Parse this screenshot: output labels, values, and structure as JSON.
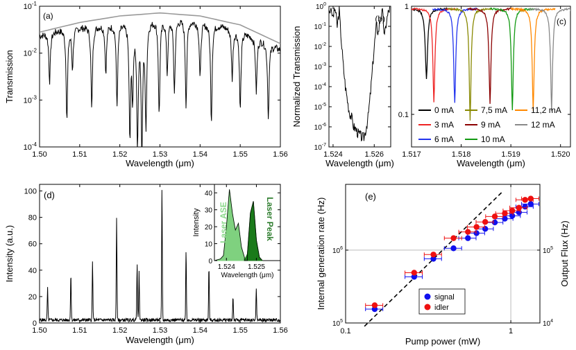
{
  "colors": {
    "axis": "#000000",
    "envelope": "#999999",
    "grid": "#bbbbbb",
    "signal": "#0000ee",
    "idler": "#ee0000",
    "ase": "#7fd17f",
    "peak": "#1a7a1a",
    "asetext": "#8ad88a",
    "peaktext": "#2e7d2e"
  },
  "chart_data": [
    {
      "id": "a",
      "panel": "(a)",
      "type": "line",
      "xlabel": "Wavelength (μm)",
      "ylabel": "Transmission",
      "xlim": [
        1.5,
        1.56
      ],
      "ylim": [
        0.0001,
        0.1
      ],
      "yscale": "log",
      "xticks": [
        "1.50",
        "1.51",
        "1.52",
        "1.53",
        "1.54",
        "1.55",
        "1.56"
      ],
      "yticks": [
        {
          "mant": "10",
          "exp": "-4"
        },
        {
          "mant": "10",
          "exp": "-3"
        },
        {
          "mant": "10",
          "exp": "-2"
        },
        {
          "mant": "10",
          "exp": "-1"
        }
      ],
      "baseline": [
        [
          1.5,
          0.024
        ],
        [
          1.505,
          0.032
        ],
        [
          1.51,
          0.036
        ],
        [
          1.515,
          0.04
        ],
        [
          1.52,
          0.044
        ],
        [
          1.525,
          0.05
        ],
        [
          1.53,
          0.055
        ],
        [
          1.535,
          0.055
        ],
        [
          1.54,
          0.048
        ],
        [
          1.545,
          0.04
        ],
        [
          1.55,
          0.03
        ],
        [
          1.555,
          0.02
        ],
        [
          1.56,
          0.012
        ]
      ],
      "envelope": [
        [
          1.5,
          0.028
        ],
        [
          1.51,
          0.045
        ],
        [
          1.52,
          0.062
        ],
        [
          1.53,
          0.072
        ],
        [
          1.54,
          0.062
        ],
        [
          1.55,
          0.04
        ],
        [
          1.56,
          0.016
        ]
      ],
      "dips": [
        [
          1.5025,
          0.0025
        ],
        [
          1.5068,
          0.0004
        ],
        [
          1.5082,
          0.005
        ],
        [
          1.513,
          0.0006
        ],
        [
          1.5165,
          0.004
        ],
        [
          1.5193,
          0.0008
        ],
        [
          1.5225,
          0.00018
        ],
        [
          1.5232,
          0.0015
        ],
        [
          1.5244,
          0.00012
        ],
        [
          1.5255,
          0.0001
        ],
        [
          1.5265,
          0.0003
        ],
        [
          1.5298,
          0.0005
        ],
        [
          1.5318,
          0.004
        ],
        [
          1.5336,
          0.0015
        ],
        [
          1.5365,
          0.0008
        ],
        [
          1.54,
          0.003
        ],
        [
          1.5428,
          0.00035
        ],
        [
          1.548,
          0.003
        ],
        [
          1.55,
          0.0006
        ],
        [
          1.554,
          0.0015
        ],
        [
          1.557,
          0.0004
        ]
      ]
    },
    {
      "id": "b",
      "panel": "(b)",
      "type": "line",
      "xlabel": "Wavelength (μm)",
      "ylabel": "Normalized Transmission",
      "xlim": [
        1.5238,
        1.5268
      ],
      "ylim": [
        1e-07,
        1
      ],
      "yscale": "log",
      "xticks": [
        "1.524",
        "1.526"
      ],
      "yticks": [
        {
          "mant": "10",
          "exp": "-7"
        },
        {
          "mant": "10",
          "exp": "-6"
        },
        {
          "mant": "10",
          "exp": "-5"
        },
        {
          "mant": "10",
          "exp": "-4"
        },
        {
          "mant": "10",
          "exp": "-3"
        },
        {
          "mant": "10",
          "exp": "-2"
        },
        {
          "mant": "10",
          "exp": "-1"
        },
        {
          "mant": "10",
          "exp": "0"
        }
      ],
      "points": [
        [
          1.5238,
          0.8
        ],
        [
          1.524,
          0.3
        ],
        [
          1.5241,
          0.8
        ],
        [
          1.5242,
          0.1
        ],
        [
          1.5243,
          0.6
        ],
        [
          1.5244,
          0.02
        ],
        [
          1.5245,
          0.001
        ],
        [
          1.5246,
          0.0001
        ],
        [
          1.5247,
          2e-05
        ],
        [
          1.5248,
          5e-06
        ],
        [
          1.5249,
          3e-06
        ],
        [
          1.525,
          1e-06
        ],
        [
          1.5251,
          8e-07
        ],
        [
          1.5252,
          5e-07
        ],
        [
          1.5253,
          4e-07
        ],
        [
          1.5254,
          3e-07
        ],
        [
          1.5255,
          3e-07
        ],
        [
          1.5256,
          8e-07
        ],
        [
          1.5257,
          3e-06
        ],
        [
          1.5258,
          3e-05
        ],
        [
          1.5259,
          0.0005
        ],
        [
          1.526,
          0.01
        ],
        [
          1.5261,
          0.1
        ],
        [
          1.5262,
          0.05
        ],
        [
          1.5263,
          0.3
        ],
        [
          1.5264,
          0.5
        ],
        [
          1.5265,
          0.03
        ],
        [
          1.5266,
          0.2
        ],
        [
          1.5267,
          0.6
        ],
        [
          1.5268,
          0.9
        ]
      ]
    },
    {
      "id": "c",
      "panel": "(c)",
      "type": "line",
      "xlabel": "Wavelength (μm)",
      "ylabel": "",
      "xlim": [
        1.517,
        1.5202
      ],
      "ylim": [
        0.05,
        1
      ],
      "yscale": "log",
      "xticks": [
        "1.517",
        "1.518",
        "1.519",
        "1.520"
      ],
      "yticks": [
        {
          "mant": "0.1",
          "exp": ""
        },
        {
          "mant": "1",
          "exp": ""
        }
      ],
      "series": [
        {
          "name": "0 mA",
          "color": "#000000",
          "center": 1.5173,
          "min": 0.22
        },
        {
          "name": "3 mA",
          "color": "#ee2222",
          "center": 1.51745,
          "min": 0.13
        },
        {
          "name": "6 mA",
          "color": "#2233ee",
          "center": 1.51787,
          "min": 0.13
        },
        {
          "name": "7,5 mA",
          "color": "#888800",
          "center": 1.51818,
          "min": 0.09
        },
        {
          "name": "9 mA",
          "color": "#8b0000",
          "center": 1.51858,
          "min": 0.13
        },
        {
          "name": "10 mA",
          "color": "#119911",
          "center": 1.51903,
          "min": 0.11
        },
        {
          "name": "11,2 mA",
          "color": "#ff8800",
          "center": 1.51945,
          "min": 0.11
        },
        {
          "name": "12 mA",
          "color": "#888888",
          "center": 1.51982,
          "min": 0.11
        }
      ]
    },
    {
      "id": "d",
      "panel": "(d)",
      "type": "line",
      "xlabel": "Wavelength (μm)",
      "ylabel": "Intensity (a.u.)",
      "xlim": [
        1.5,
        1.56
      ],
      "ylim": [
        0,
        105
      ],
      "xticks": [
        "1.50",
        "1.51",
        "1.52",
        "1.53",
        "1.54",
        "1.55",
        "1.56"
      ],
      "yticks": [
        "0",
        "20",
        "40",
        "60",
        "80",
        "100"
      ],
      "peaks": [
        [
          1.502,
          24
        ],
        [
          1.5078,
          36
        ],
        [
          1.5132,
          44
        ],
        [
          1.5192,
          78
        ],
        [
          1.5243,
          42
        ],
        [
          1.5248,
          36
        ],
        [
          1.5305,
          101
        ],
        [
          1.5365,
          54
        ],
        [
          1.5422,
          40
        ],
        [
          1.5482,
          18
        ],
        [
          1.554,
          23
        ]
      ],
      "inset": {
        "xlabel": "Wavelength (μm)",
        "ylabel": "Intensity",
        "xlim": [
          1.5236,
          1.5258
        ],
        "ylim": [
          0,
          45
        ],
        "xticks": [
          "1.524",
          "1.525"
        ],
        "yticks": [
          "0",
          "10",
          "20",
          "30",
          "40"
        ],
        "ase_label": "Laser ASE",
        "peak_label": "Laser Peak",
        "ase": [
          [
            1.5236,
            0
          ],
          [
            1.5238,
            1
          ],
          [
            1.5239,
            3
          ],
          [
            1.524,
            20
          ],
          [
            1.5241,
            42
          ],
          [
            1.5242,
            28
          ],
          [
            1.5243,
            18
          ],
          [
            1.5244,
            22
          ],
          [
            1.5245,
            8
          ],
          [
            1.5246,
            2
          ],
          [
            1.5247,
            0
          ]
        ],
        "peak": [
          [
            1.5246,
            0
          ],
          [
            1.5247,
            4
          ],
          [
            1.5248,
            28
          ],
          [
            1.5249,
            35
          ],
          [
            1.525,
            12
          ],
          [
            1.5251,
            2
          ],
          [
            1.5252,
            0
          ]
        ]
      }
    },
    {
      "id": "e",
      "panel": "(e)",
      "type": "scatter",
      "xlabel": "Pump power (mW)",
      "ylabel": "Internal generation rate (Hz)",
      "y2label": "Output Flux (Hz)",
      "xlim": [
        0.1,
        1.5
      ],
      "ylim": [
        100000,
        8000000
      ],
      "xscale": "log",
      "yscale": "log",
      "xticks": [
        "0.1",
        "1"
      ],
      "yticks": [
        {
          "mant": "10",
          "exp": "5"
        },
        {
          "mant": "10",
          "exp": "6"
        }
      ],
      "y2ticks": [
        {
          "mant": "10",
          "exp": "4"
        },
        {
          "mant": "10",
          "exp": "5"
        }
      ],
      "legend": [
        "signal",
        "idler"
      ],
      "series": [
        {
          "name": "signal",
          "color": "#1010ee",
          "x": [
            0.15,
            0.26,
            0.34,
            0.45,
            0.55,
            0.62,
            0.7,
            0.8,
            0.92,
            1.02,
            1.12,
            1.22,
            1.32
          ],
          "y": [
            155000,
            430000,
            760000,
            1060000,
            1460000,
            1710000,
            1960000,
            2400000,
            2700000,
            2960000,
            3300000,
            3950000,
            4300000
          ]
        },
        {
          "name": "idler",
          "color": "#ee1010",
          "x": [
            0.15,
            0.26,
            0.34,
            0.45,
            0.55,
            0.62,
            0.7,
            0.8,
            0.92,
            1.02,
            1.12,
            1.22,
            1.32
          ],
          "y": [
            175000,
            490000,
            870000,
            1460000,
            1780000,
            2080000,
            2440000,
            2900000,
            3200000,
            3480000,
            3820000,
            4900000,
            5100000
          ]
        }
      ],
      "fit": [
        [
          0.13,
          90000
        ],
        [
          0.9,
          6500000
        ]
      ]
    }
  ]
}
